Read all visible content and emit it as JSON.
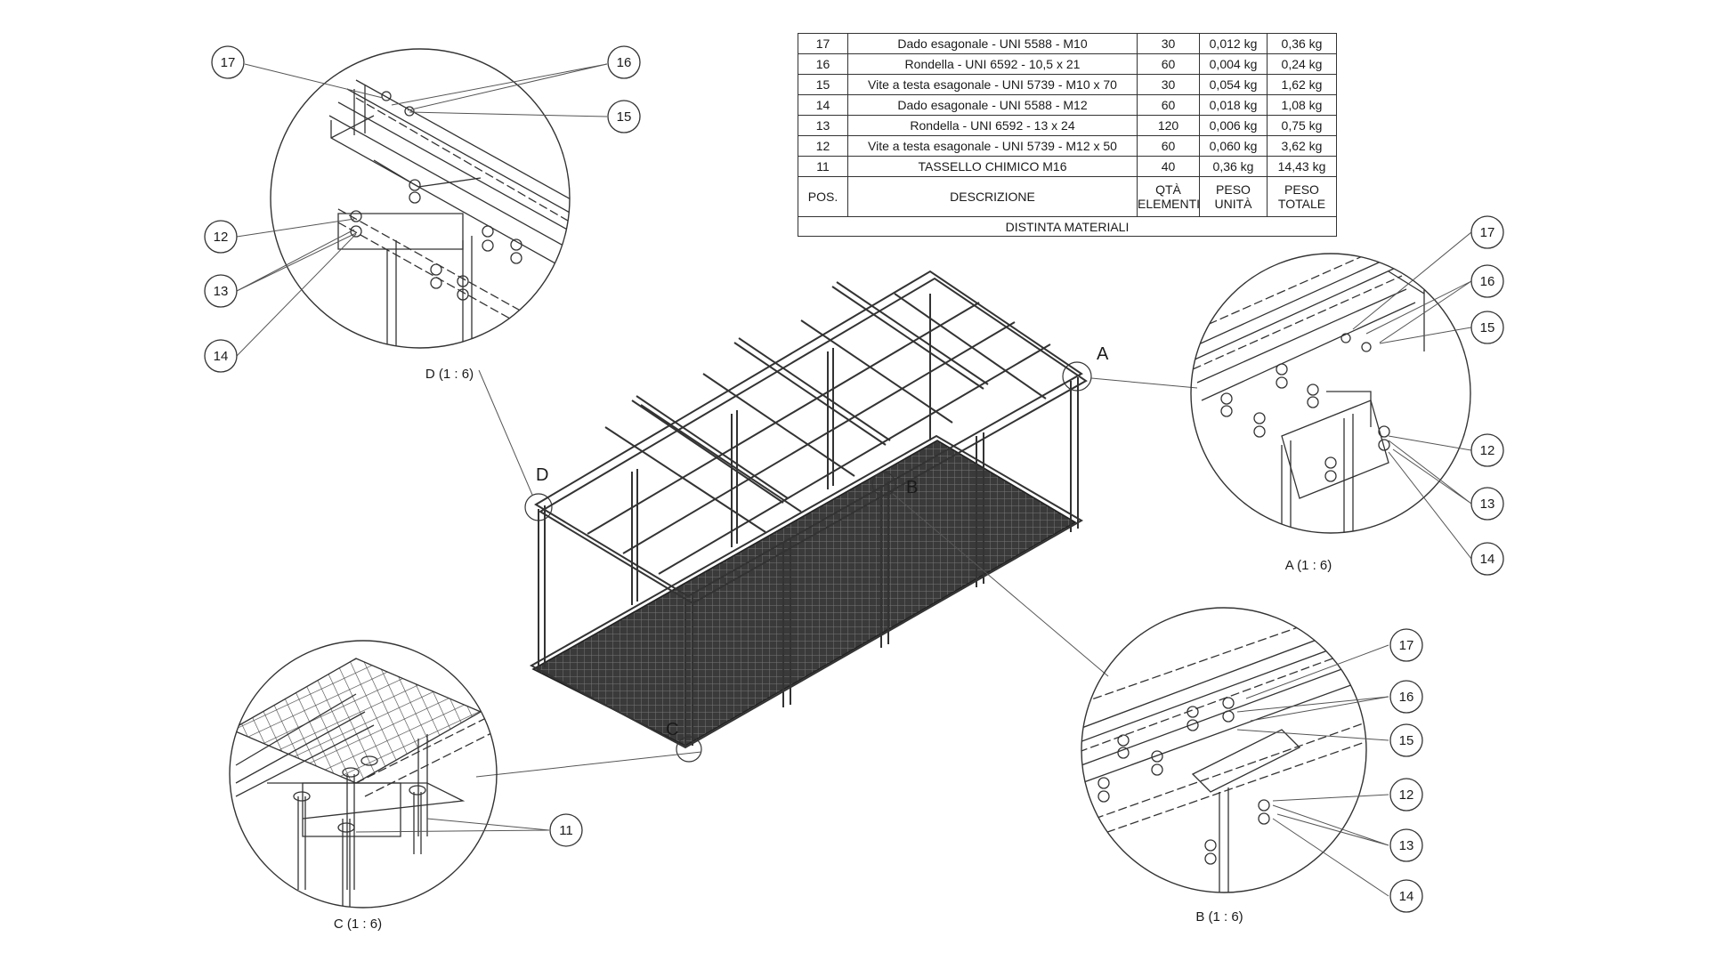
{
  "bom": {
    "rows": [
      {
        "pos": "17",
        "desc": "Dado esagonale - UNI 5588 - M10",
        "qty": "30",
        "unit": "0,012 kg",
        "total": "0,36 kg"
      },
      {
        "pos": "16",
        "desc": "Rondella - UNI 6592 - 10,5 x 21",
        "qty": "60",
        "unit": "0,004 kg",
        "total": "0,24 kg"
      },
      {
        "pos": "15",
        "desc": "Vite a testa esagonale - UNI 5739 - M10 x 70",
        "qty": "30",
        "unit": "0,054 kg",
        "total": "1,62 kg"
      },
      {
        "pos": "14",
        "desc": "Dado esagonale - UNI 5588 - M12",
        "qty": "60",
        "unit": "0,018 kg",
        "total": "1,08 kg"
      },
      {
        "pos": "13",
        "desc": "Rondella - UNI 6592 - 13 x 24",
        "qty": "120",
        "unit": "0,006 kg",
        "total": "0,75 kg"
      },
      {
        "pos": "12",
        "desc": "Vite a testa esagonale - UNI 5739 - M12 x 50",
        "qty": "60",
        "unit": "0,060 kg",
        "total": "3,62 kg"
      },
      {
        "pos": "11",
        "desc": "TASSELLO CHIMICO M16",
        "qty": "40",
        "unit": "0,36 kg",
        "total": "14,43 kg"
      }
    ],
    "headers": {
      "pos": "POS.",
      "desc": "DESCRIZIONE",
      "qty": "QTÀ ELEMENTI",
      "unit": "PESO UNITÀ",
      "total": "PESO TOTALE"
    },
    "title": "DISTINTA MATERIALI"
  },
  "main_view": {
    "markers": {
      "a": "A",
      "b": "B",
      "c": "C",
      "d": "D"
    }
  },
  "details": {
    "d": {
      "caption": "D (1 : 6)",
      "balloons": [
        "17",
        "16",
        "15",
        "12",
        "13",
        "14"
      ]
    },
    "a": {
      "caption": "A (1 : 6)",
      "balloons": [
        "17",
        "16",
        "15",
        "12",
        "13",
        "14"
      ]
    },
    "b": {
      "caption": "B (1 : 6)",
      "balloons": [
        "17",
        "16",
        "15",
        "12",
        "13",
        "14"
      ]
    },
    "c": {
      "caption": "C (1 : 6)",
      "balloons": [
        "11"
      ]
    }
  }
}
